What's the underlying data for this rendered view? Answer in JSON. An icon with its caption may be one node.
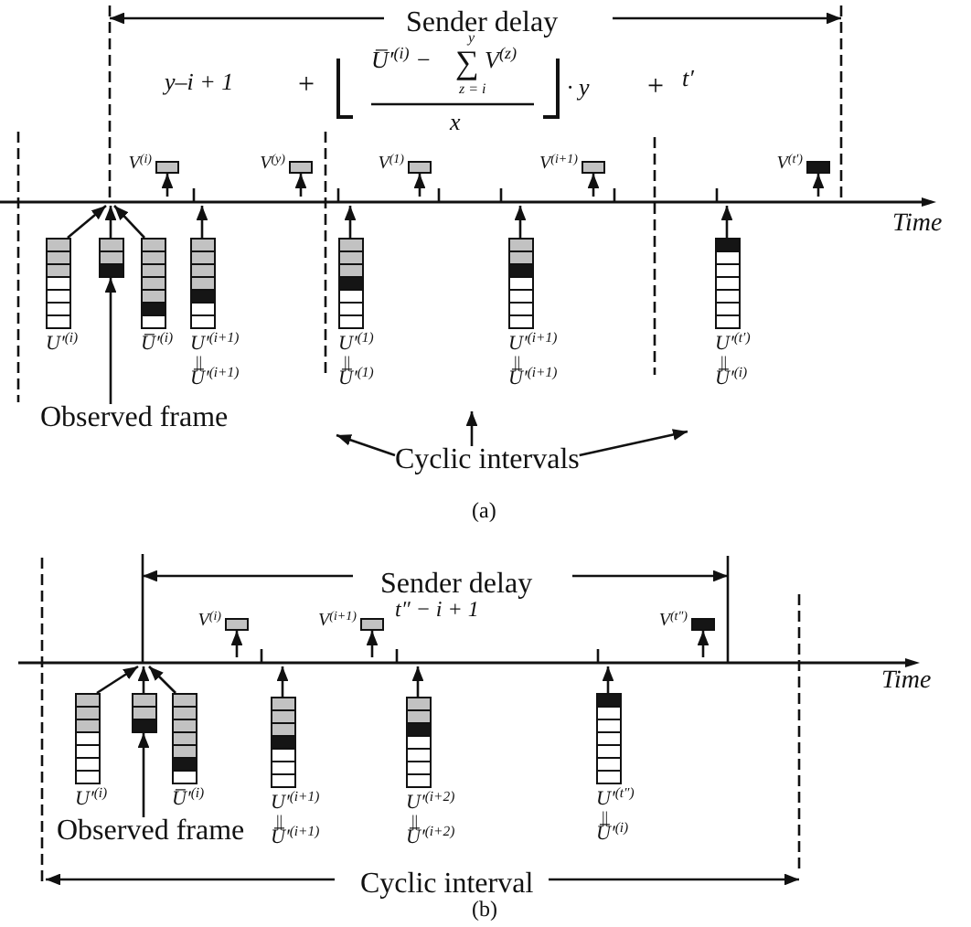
{
  "diagram": {
    "nodes": [
      {
        "text": [
          "V$^{(i)}$"
        ]
      },
      {
        "text": [
          "V$^{(y)}$"
        ]
      },
      {
        "text": [
          "V$^{(1)}$"
        ]
      },
      {
        "text": [
          "V$^{(i+1)}$"
        ]
      },
      {
        "text": [
          "V$^{(t′)}$"
        ]
      },
      {
        "text": [],
        "shape": "bar"
      },
      {
        "text": [
          "U′$^{(i)}$"
        ]
      },
      {
        "text": [],
        "shape": "box"
      },
      {
        "text": [
          "U̅′$^{(i)}$"
        ]
      },
      {
        "text": [
          "U′$^{(i+1)}$",
          "||",
          "U̅′$^{(i+1)}$"
        ]
      },
      {
        "text": [
          "U′$^{(1)}$",
          "||",
          "U̅′$^{(1)}$"
        ]
      },
      {
        "text": [
          "U′$^{(i+1)}$",
          "||",
          "U̅′$^{(i+1)}$"
        ]
      },
      {
        "text": [
          "U′$^{(t′)}$",
          "||",
          "U̅′$^{(i)}$"
        ]
      },
      {
        "text": [
          "Observed frame"
        ]
      },
      {
        "text": [
          "Cyclic intervals"
        ]
      },
      {
        "text": [
          "V$^{(i)}$"
        ]
      },
      {
        "text": [
          "V$^{(i+1)}$"
        ]
      },
      {
        "text": [
          "V$^{(t″)}$"
        ]
      },
      {
        "text": [],
        "shape": "bar"
      },
      {
        "text": [
          "U′$^{(i)}$"
        ]
      },
      {
        "text": [],
        "shape": "box"
      },
      {
        "text": [
          "U̅′$^{(i)}$"
        ]
      },
      {
        "text": [
          "U′$^{(i+1)}$",
          "||",
          "U̅′$^{(i+1)}$"
        ]
      },
      {
        "text": [
          "U′$^{(i+2)}$",
          "||",
          "U̅′$^{(i+2)}$"
        ]
      },
      {
        "text": [
          "U′$^{(t″)}$",
          "||",
          "U̅′$^{(i)}$"
        ]
      },
      {
        "text": [
          "Observed frame"
        ]
      }
    ],
    "edges": [
      {
        "from": 5,
        "to": 0,
        "arrow": "to"
      },
      {
        "from": 5,
        "to": 1,
        "arrow": "to"
      },
      {
        "from": 5,
        "to": 2,
        "arrow": "to"
      },
      {
        "from": 5,
        "to": 3,
        "arrow": "to"
      },
      {
        "from": 5,
        "to": 4,
        "arrow": "to"
      },
      {
        "from": 6,
        "to": 5,
        "arrow": "to"
      },
      {
        "from": 7,
        "to": 5,
        "arrow": "to"
      },
      {
        "from": 8,
        "to": 5,
        "arrow": "to"
      },
      {
        "from": 9,
        "to": 5,
        "arrow": "to"
      },
      {
        "from": 10,
        "to": 5,
        "arrow": "to"
      },
      {
        "from": 11,
        "to": 5,
        "arrow": "to"
      },
      {
        "from": 12,
        "to": 5,
        "arrow": "to"
      },
      {
        "from": 13,
        "to": 7,
        "arrow": "to"
      },
      {
        "from": 14,
        "to": null,
        "arrow": "to"
      },
      {
        "from": 14,
        "to": null,
        "arrow": "to"
      },
      {
        "from": 14,
        "to": null,
        "arrow": "to"
      },
      {
        "from": 18,
        "to": 15,
        "arrow": "to"
      },
      {
        "from": 18,
        "to": 16,
        "arrow": "to"
      },
      {
        "from": 18,
        "to": 17,
        "arrow": "to"
      },
      {
        "from": 19,
        "to": 18,
        "arrow": "to"
      },
      {
        "from": 20,
        "to": 18,
        "arrow": "to"
      },
      {
        "from": 21,
        "to": 18,
        "arrow": "to"
      },
      {
        "from": 22,
        "to": 18,
        "arrow": "to"
      },
      {
        "from": 23,
        "to": 18,
        "arrow": "to"
      },
      {
        "from": 24,
        "to": 18,
        "arrow": "to"
      },
      {
        "from": 25,
        "to": 20,
        "arrow": "to"
      }
    ],
    "labels": [
      "Sender delay",
      "y–i + 1",
      "+",
      "y",
      "U̅′$^{(i)}$ −",
      "∑",
      "V$^{(z)}$",
      "z = i",
      "x",
      "· y",
      "+",
      "t′",
      "Time",
      "(a)",
      "Sender delay",
      "t″ − i + 1",
      "Time",
      "Cyclic interval",
      "(b)"
    ]
  }
}
